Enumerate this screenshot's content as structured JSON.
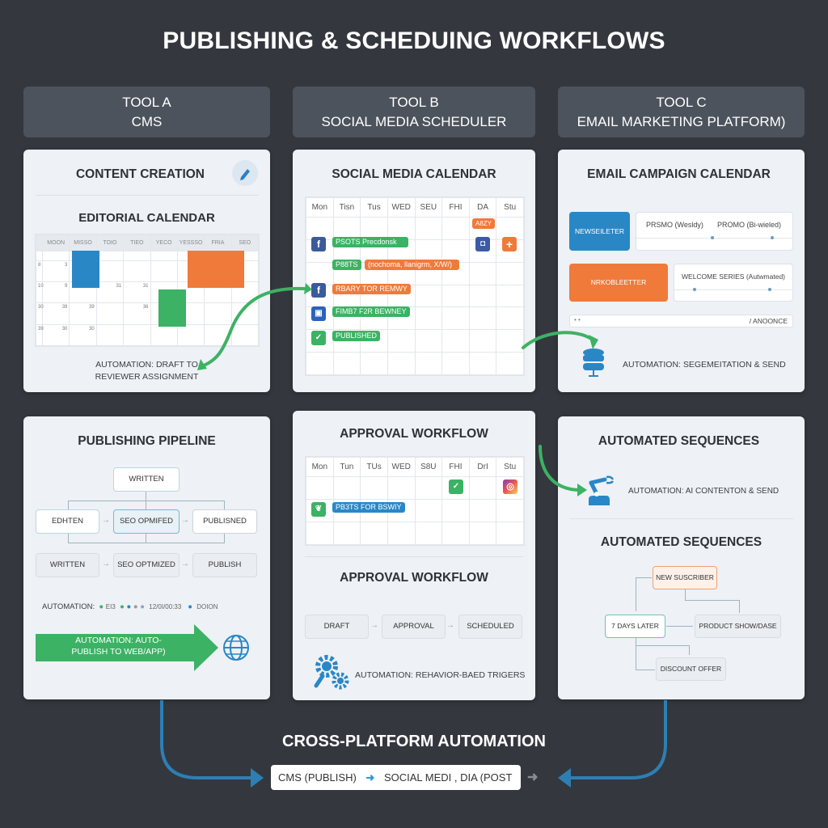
{
  "title": "PUBLISHING & SCHEDUING WORKFLOWS",
  "tools": [
    {
      "name": "TOOL A",
      "subtitle": "CMS"
    },
    {
      "name": "TOOL B",
      "subtitle": "SOCIAL MEDIA SCHEDULER"
    },
    {
      "name": "TOOL C",
      "subtitle": "EMAIL MARKETING PLATFORM)"
    }
  ],
  "content_creation": {
    "title": "CONTENT CREATION",
    "edit_icon": "pencil-icon",
    "calendar_title": "EDITORIAL CALENDAR",
    "calendar_headers": [
      "",
      "MOON",
      "MISSO",
      "TOIO",
      "TIEO",
      "YECO",
      "YESSSO",
      "FRIA",
      "SEO"
    ],
    "row_numbers": [
      [
        "",
        "",
        "",
        "",
        "",
        "",
        "",
        ""
      ],
      [
        "8",
        "3",
        "",
        "",
        "",
        "",
        "",
        ""
      ],
      [
        "10",
        "9",
        "8",
        "31",
        "31",
        "",
        "",
        ""
      ],
      [
        "30",
        "39",
        "39",
        "",
        "36",
        "",
        "",
        ""
      ],
      [
        "39",
        "30",
        "30",
        "",
        "",
        "",
        "",
        ""
      ]
    ],
    "automation": "AUTOMATION: DRAFT TO REVIEWER ASSIGNMENT",
    "colors": {
      "blue": "#2a87c6",
      "orange": "#f07a3a",
      "green": "#3cb264"
    }
  },
  "social_calendar": {
    "title": "SOCIAL MEDIA CALENDAR",
    "headers": [
      "Mon",
      "Tisn",
      "Tus",
      "WED",
      "SEU",
      "FHI",
      "DA",
      "Stu"
    ],
    "chips": [
      {
        "label": "A8ZY",
        "color": "orange"
      },
      {
        "label": "PSOTS Precdonsk",
        "color": "green"
      },
      {
        "label": "P88TS",
        "color": "green"
      },
      {
        "label": "(nochoma, llanigrm, X/W/)",
        "color": "orange"
      },
      {
        "label": "RBARY TOR REMWY",
        "color": "orange"
      },
      {
        "label": "FIMB7 F2R BEWNEY",
        "color": "green"
      },
      {
        "label": "PUBLISHED",
        "color": "green"
      }
    ],
    "icons": [
      "facebook-icon",
      "instagram-icon",
      "plus-icon",
      "facebook-icon",
      "image-icon",
      "published-icon"
    ]
  },
  "email_calendar": {
    "title": "EMAIL CAMPAIGN CALENDAR",
    "newsletter_blue": "NEWSEILETER",
    "promo_weekly": "PRSMO (Wesldy)",
    "promo_biweekly": "PROMO (Bi-wieled)",
    "newsletter_orange": "NRKOBLEETTER",
    "welcome_series": "WELCOME SERIES (Autwmated)",
    "announce": "/ ANOONCE",
    "automation": "AUTOMATION: SEGEMEITATION & SEND"
  },
  "publishing_pipeline": {
    "title": "PUBLISHING PIPELINE",
    "top_node": "WRITTEN",
    "row1": [
      "EDHTEN",
      "SEO OPMIFED",
      "PUBLISNED"
    ],
    "row2": [
      "WRITTEN",
      "SEO OPTMIZED",
      "PUBLISH"
    ],
    "automation_label": "AUTOMATION:",
    "automation_items": [
      "EI3",
      "12/0I/00:33",
      "DOION"
    ],
    "arrow_text": "AUTOMATION: AUTO-PUBLISH TO WEB/APP)",
    "globe_icon": "globe-icon"
  },
  "approval_workflow": {
    "title": "APPROVAL WORKFLOW",
    "headers": [
      "Mon",
      "Tun",
      "TUs",
      "WED",
      "S8U",
      "FHI",
      "DrI",
      "Stu"
    ],
    "chip": "PB3TS FOR BSWIY",
    "subtitle": "APPROVAL WORKFLOW",
    "steps": [
      "DRAFT",
      "APPROVAL",
      "SCHEDULED"
    ],
    "automation": "AUTOMATION: REHAVIOR-BAED TRIGERS"
  },
  "automated_sequences": {
    "title": "AUTOMATED SEQUENCES",
    "automation": "AUTOMATION: AI CONTENTON & SEND",
    "subtitle": "AUTOMATED SEQUENCES",
    "nodes": {
      "new_subscriber": "NEW SUSCRIBER",
      "seven_days": "7 DAYS LATER",
      "product": "PRODUCT SHOW/DASE",
      "discount": "DISCOUNT OFFER"
    }
  },
  "cross_platform": {
    "title": "CROSS-PLATFORM AUTOMATION",
    "left": "CMS (PUBLISH)",
    "right": "SOCIAL MEDI , DIA  (POST"
  }
}
